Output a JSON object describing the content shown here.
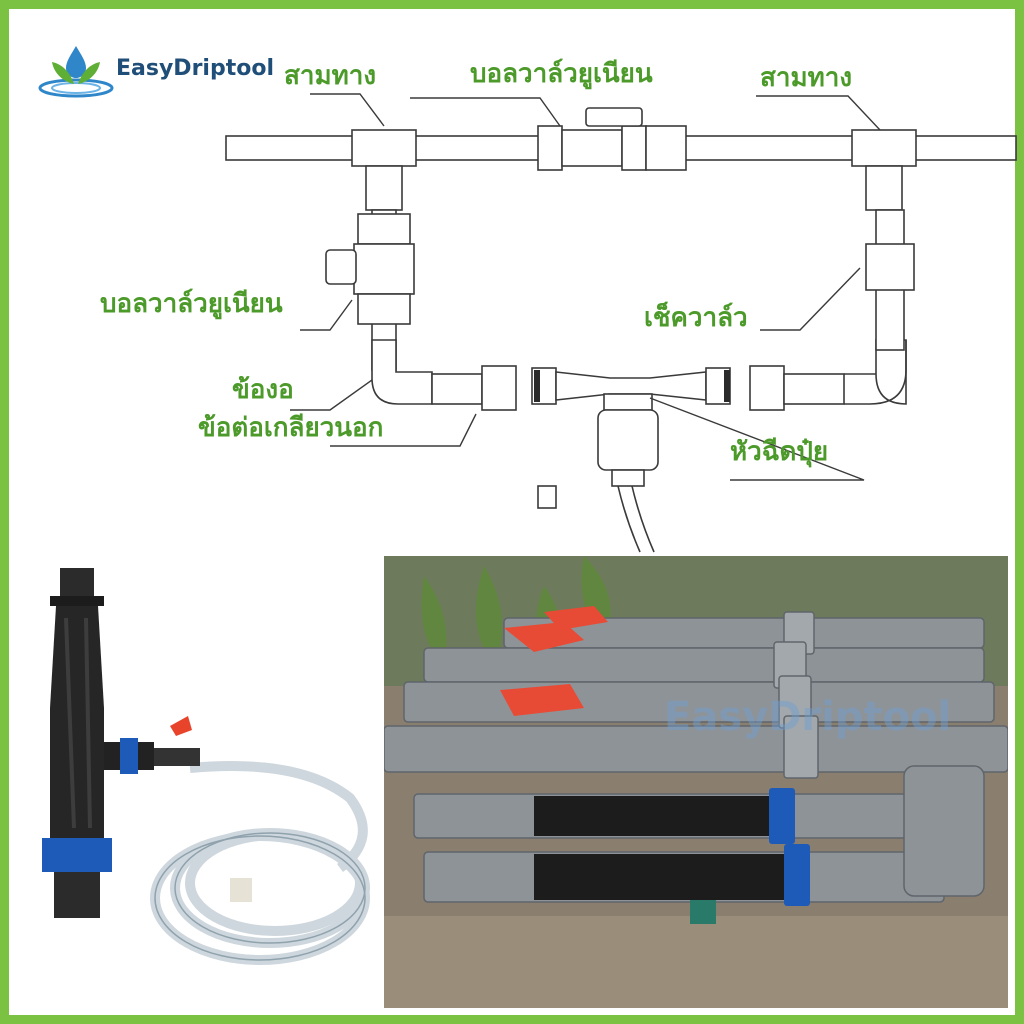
{
  "brand": {
    "name": "EasyDriptool",
    "watermark": "EasyDriptool",
    "accent": "#7cc242",
    "label_color": "#4c9a2a",
    "logo_text_color": "#1f4e79"
  },
  "labels": {
    "tee_left": "สามทาง",
    "union_valve_top": "บอลวาล์วยูเนียน",
    "tee_right": "สามทาง",
    "union_valve_left": "บอลวาล์วยูเนียน",
    "check_valve": "เช็ควาล์ว",
    "elbow": "ข้องอ",
    "male_adapter": "ข้อต่อเกลียวนอก",
    "fertilizer_injector": "หัวฉีดปุ๋ย"
  },
  "icons": [
    "water-drop-leaf-logo-icon"
  ]
}
